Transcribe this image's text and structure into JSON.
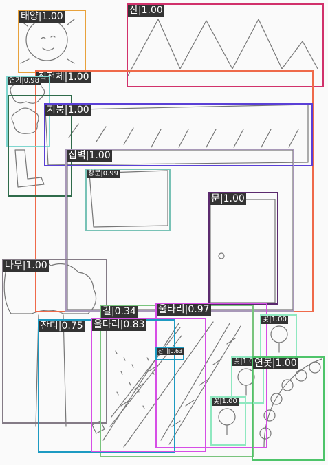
{
  "detections": [
    {
      "label": "태양|1.00",
      "color": "#e8a23c"
    },
    {
      "label": "산|1.00",
      "color": "#d1316b"
    },
    {
      "label": "집전체|1.00",
      "color": "#ef6a4a"
    },
    {
      "label": "연기|0.98",
      "color": "#7fd6cf"
    },
    {
      "label": "지붕|1.00",
      "color": "#5a3fd6"
    },
    {
      "label": "집벽|1.00",
      "color": "#a898b8"
    },
    {
      "label": "창문|0.99",
      "color": "#78c2b6"
    },
    {
      "label": "문|1.00",
      "color": "#5b2a6e"
    },
    {
      "label": "나무|1.00",
      "color": "#847b86"
    },
    {
      "label": "길|0.34",
      "color": "#79c47d"
    },
    {
      "label": "울타리|0.97",
      "color": "#d64ee6"
    },
    {
      "label": "잔디|0.75",
      "color": "#1d9ac2"
    },
    {
      "label": "울타리|0.83",
      "color": "#d64ee6"
    },
    {
      "label": "잔디|0.63",
      "color": "#1d9ac2"
    },
    {
      "label": "꽃|1.00",
      "color": "#8fe8c0"
    },
    {
      "label": "꽃|1.00",
      "color": "#8fe8c0"
    },
    {
      "label": "꽃|1.00",
      "color": "#8fe8c0"
    },
    {
      "label": "연못|1.00",
      "color": "#4ec46a"
    }
  ]
}
